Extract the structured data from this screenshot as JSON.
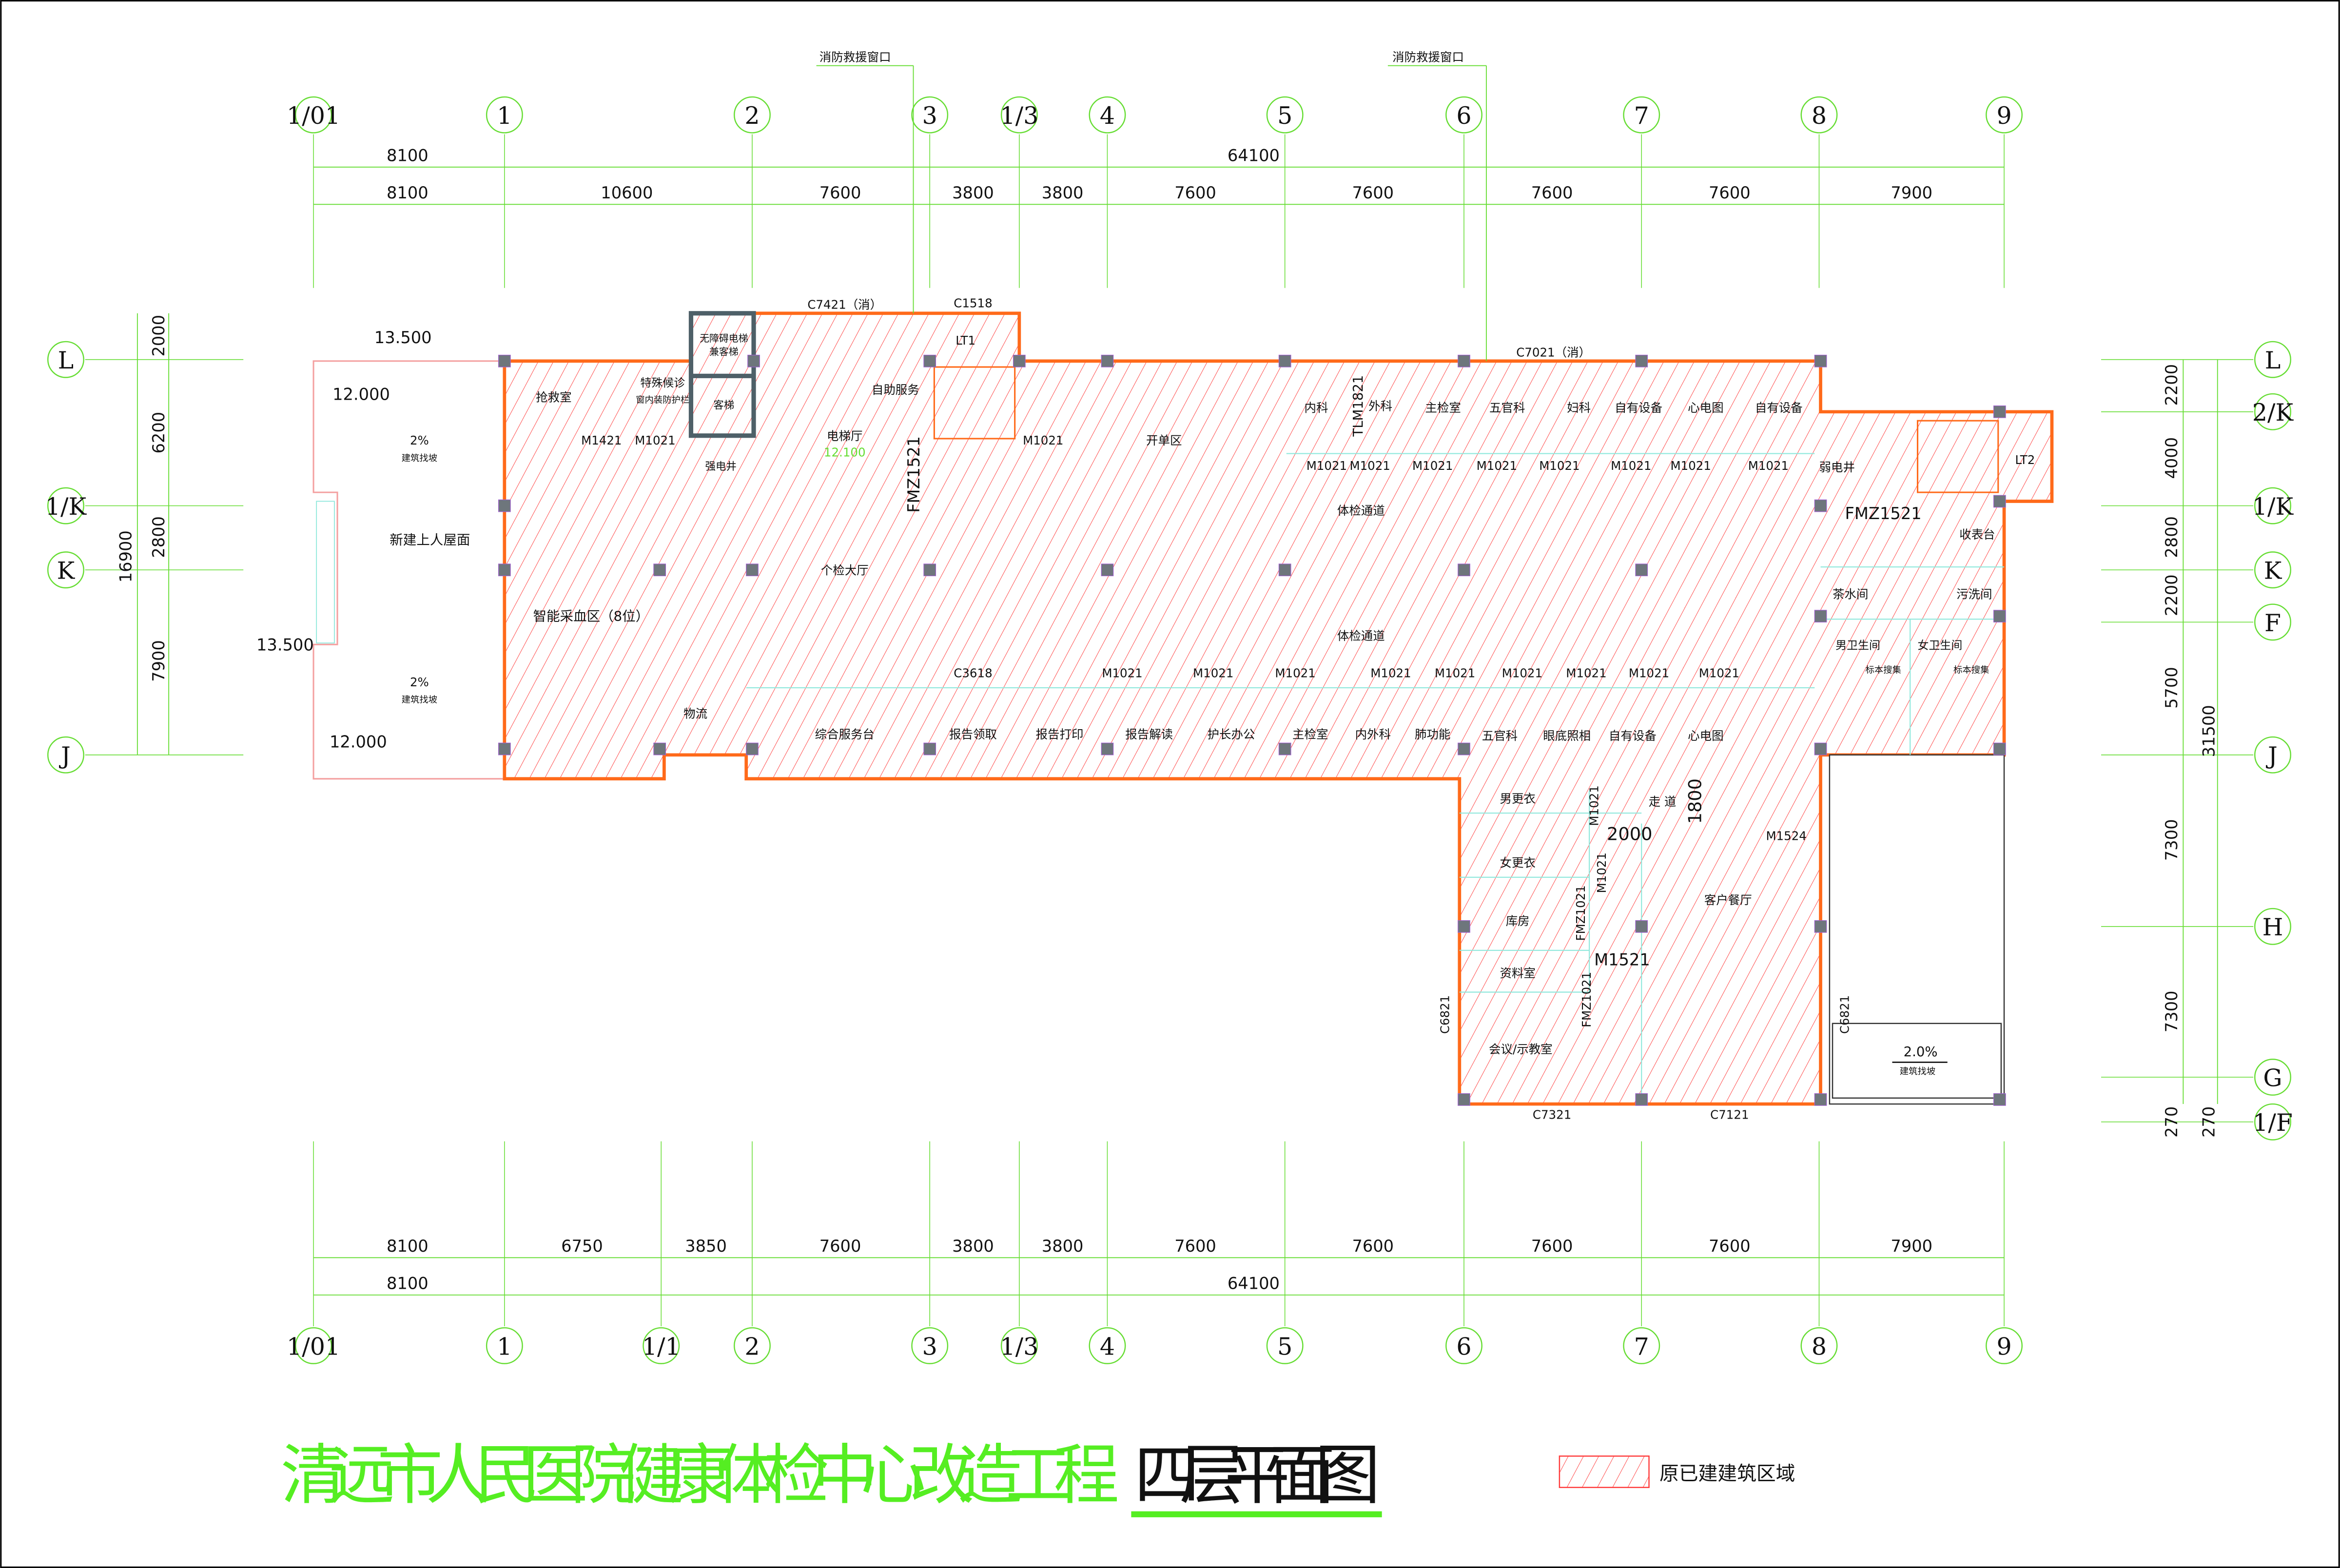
{
  "colors": {
    "hatch": "#ff3b3b",
    "wall": "#ff6a1a",
    "axis": "#66dd33",
    "title": "#55ee22",
    "column": "#6e767c",
    "partition": "#8fe8dc"
  },
  "fire_windows": [
    "消防救援窗口",
    "消防救援窗口"
  ],
  "axes": {
    "top": [
      "1/01",
      "1",
      "2",
      "3",
      "1/3",
      "4",
      "5",
      "6",
      "7",
      "8",
      "9"
    ],
    "bottom": [
      "1/01",
      "1",
      "1/1",
      "2",
      "3",
      "1/3",
      "4",
      "5",
      "6",
      "7",
      "8",
      "9"
    ],
    "left": [
      "L",
      "1/K",
      "K",
      "J"
    ],
    "right": [
      "L",
      "2/K",
      "1/K",
      "K",
      "F",
      "J",
      "H",
      "G",
      "1/F"
    ]
  },
  "dimensions": {
    "top_total": [
      "8100",
      "64100"
    ],
    "top_bays": [
      "8100",
      "10600",
      "7600",
      "3800",
      "3800",
      "7600",
      "7600",
      "7600",
      "7600",
      "7900"
    ],
    "bottom_bays": [
      "8100",
      "6750",
      "3850",
      "7600",
      "3800",
      "3800",
      "7600",
      "7600",
      "7600",
      "7600",
      "7900"
    ],
    "bottom_total": [
      "8100",
      "64100"
    ],
    "left": [
      "2000",
      "6200",
      "2800",
      "7900",
      "16900"
    ],
    "right": [
      "2200",
      "4000",
      "2800",
      "2200",
      "5700",
      "7300",
      "7300",
      "270",
      "270",
      "31500"
    ]
  },
  "rooms": [
    "抢救室",
    "特殊候诊",
    "窗内装防护栏",
    "无障碍电梯",
    "兼客梯",
    "客梯",
    "强电井",
    "自助服务",
    "电梯厅",
    "12.100",
    "LT1",
    "C7421（消）",
    "C1518",
    "M1421",
    "M1021",
    "FMZ1521",
    "M1021",
    "开单区",
    "体检通道",
    "体检通道",
    "个检大厅",
    "智能采血区（8位）",
    "新建上人屋面",
    "13.500",
    "12.000",
    "12.000",
    "13.500",
    "2%",
    "建筑找坡",
    "2%",
    "建筑找坡",
    "内科",
    "TLM1821",
    "外科",
    "主检室",
    "五官科",
    "妇科",
    "自有设备",
    "心电图",
    "自有设备",
    "C7021（消）",
    "M1021",
    "M1021",
    "M1021",
    "M1021",
    "M1021",
    "M1021",
    "M1021",
    "M1021",
    "弱电井",
    "LT2",
    "FMZ1521",
    "收表台",
    "茶水间",
    "污洗间",
    "男卫生间",
    "女卫生间",
    "标本搜集",
    "标本搜集",
    "物流",
    "综合服务台",
    "报告领取",
    "报告打印",
    "报告解读",
    "护长办公",
    "主检室",
    "内外科",
    "肺功能",
    "五官科",
    "眼底照相",
    "自有设备",
    "心电图",
    "C3618",
    "M1021",
    "M1021",
    "M1021",
    "M1021",
    "M1021",
    "M1021",
    "M1021",
    "M1021",
    "M1021",
    "男更衣",
    "女更衣",
    "库房",
    "资料室",
    "会议/示教室",
    "走 道",
    "1800",
    "2000",
    "M1021",
    "M1021",
    "FMZ1021",
    "M1521",
    "FMZ1021",
    "M1524",
    "客户餐厅",
    "C6821",
    "C6821",
    "C7321",
    "C7121",
    "2.0%",
    "建筑找坡"
  ],
  "title": {
    "project": "清远市人民医院健康体检中心改造工程",
    "drawing": "四层平面图"
  },
  "legend": {
    "label": "原已建建筑区域"
  }
}
